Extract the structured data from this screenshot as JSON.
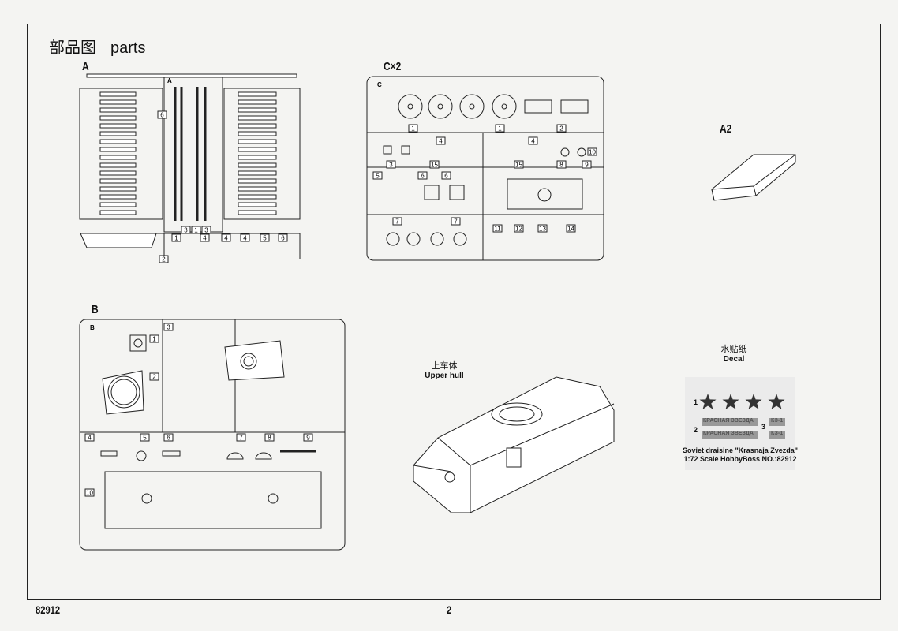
{
  "header": {
    "title_cn": "部品图",
    "title_en": "parts"
  },
  "sprues": {
    "A": {
      "label": "A",
      "tag": "A",
      "part_numbers": [
        "1",
        "1",
        "2",
        "3",
        "3",
        "4",
        "4",
        "4",
        "5",
        "6",
        "6"
      ]
    },
    "C": {
      "label": "C×2",
      "tag": "C",
      "part_numbers": [
        "1",
        "1",
        "2",
        "4",
        "4",
        "15",
        "15",
        "3",
        "5",
        "6",
        "6",
        "8",
        "9",
        "10",
        "7",
        "7",
        "11",
        "12",
        "13",
        "14"
      ]
    },
    "B": {
      "label": "B",
      "tag": "B",
      "part_numbers": [
        "1",
        "2",
        "3",
        "4",
        "5",
        "6",
        "7",
        "8",
        "9",
        "10"
      ]
    },
    "A2": {
      "label": "A2"
    }
  },
  "upper_hull": {
    "label_cn": "上车体",
    "label_en": "Upper hull"
  },
  "decal": {
    "label_cn": "水贴纸",
    "label_en": "Decal",
    "items": [
      {
        "num": "1"
      },
      {
        "num": "2",
        "text": "КРАСНАЯ ЗВЕЗДА"
      },
      {
        "num": "3",
        "text": "КЗ-1"
      }
    ],
    "caption_line1": "Soviet draisine \"Krasnaja Zvezda\"",
    "caption_line2": "1:72 Scale  HobbyBoss NO.:82912"
  },
  "footer": {
    "model_number": "82912",
    "page_number": "2"
  }
}
